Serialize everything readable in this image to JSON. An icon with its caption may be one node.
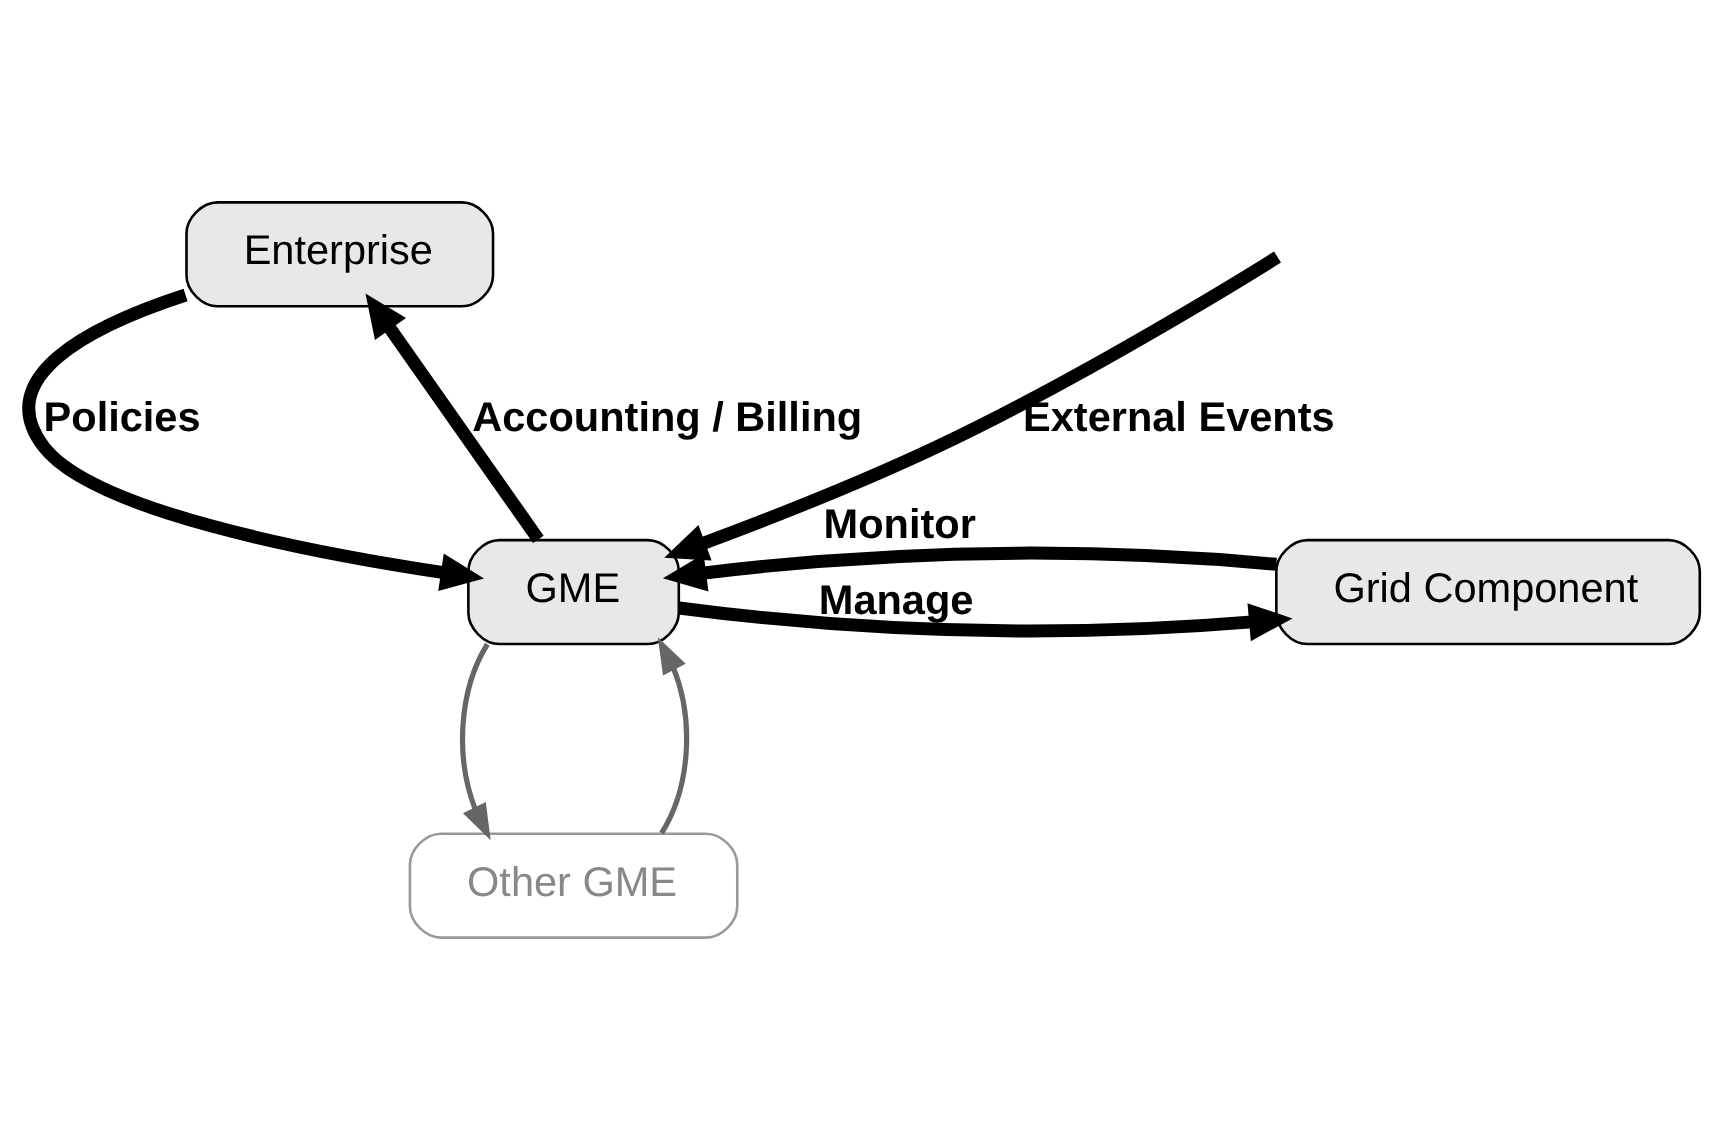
{
  "diagram": {
    "nodes": [
      {
        "text": [
          "Enterprise"
        ]
      },
      {
        "text": [
          "GME"
        ]
      },
      {
        "text": [
          "Grid Component"
        ]
      },
      {
        "text": [
          "Other GME"
        ]
      }
    ],
    "edges": [
      {
        "from": 0,
        "to": 1,
        "arrow": "to",
        "label": "Policies"
      },
      {
        "from": 1,
        "to": 0,
        "arrow": "to",
        "label": "Accounting / Billing"
      },
      {
        "from": null,
        "to": 1,
        "arrow": "to",
        "label": "External Events"
      },
      {
        "from": 1,
        "to": 2,
        "arrow": "to",
        "label": "Manage"
      },
      {
        "from": 2,
        "to": 1,
        "arrow": "to",
        "label": "Monitor"
      },
      {
        "from": 1,
        "to": 3,
        "arrow": "to",
        "color": "#666666"
      },
      {
        "from": 3,
        "to": 1,
        "arrow": "to",
        "color": "#666666"
      }
    ]
  }
}
